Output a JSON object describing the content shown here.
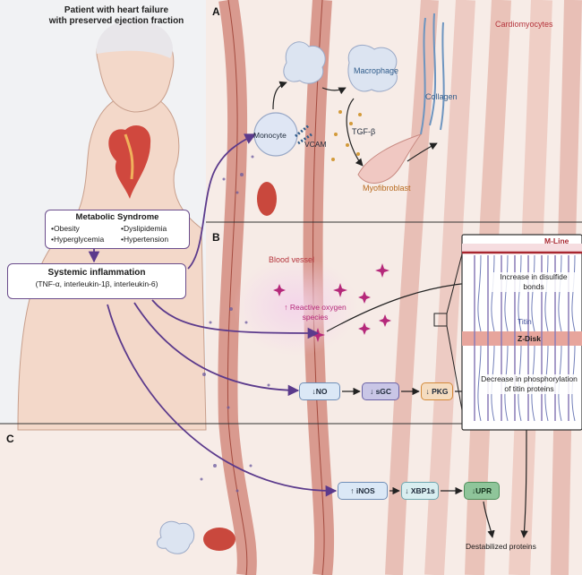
{
  "patient": {
    "line1": "Patient with heart failure",
    "line2": "with preserved ejection fraction"
  },
  "panels": {
    "a": "A",
    "b": "B",
    "c": "C"
  },
  "panel_a": {
    "cardiomyocytes": "Cardiomyocytes",
    "monocyte": "Monocyte",
    "vcam": "VCAM",
    "macrophage": "Macrophage",
    "collagen": "Collagen",
    "tgf": "TGF-β",
    "myofibroblast": "Myofibroblast"
  },
  "metabolic": {
    "title": "Metabolic Syndrome",
    "items": [
      "Obesity",
      "Dyslipidemia",
      "Hyperglycemia",
      "Hypertension"
    ]
  },
  "inflammation": {
    "title": "Systemic inflammation",
    "subtitle": "(TNF-α, interleukin-1β, interleukin-6)"
  },
  "panel_b": {
    "blood_vessel": "Blood vessel",
    "ros": "↑ Reactive oxygen species",
    "no": "↓NO",
    "sgc": "↓ sGC",
    "pkg": "↓ PKG",
    "m_line": "M-Line",
    "titin": "Titin",
    "z_disk": "Z-Disk",
    "disulfide": "Increase in disulfide bonds",
    "phospho": "Decrease in phosphorylation of titin proteins"
  },
  "panel_c": {
    "inos": "↑ iNOS",
    "xbp1s": "↓ XBP1s",
    "upr": "↓UPR",
    "destabilized": "Destabilized proteins"
  },
  "colors": {
    "purple_arrow": "#5b3a8c",
    "ros_magenta": "#b5287a",
    "no_box": "#dbe8f6",
    "sgc_box": "#c9c6e6",
    "pkg_box": "#f5dcc0",
    "upr_box": "#8fc59a",
    "xbp_box": "#d9eef0",
    "mline_red": "#a8262f",
    "zdisk_pink": "#e7a59c"
  }
}
